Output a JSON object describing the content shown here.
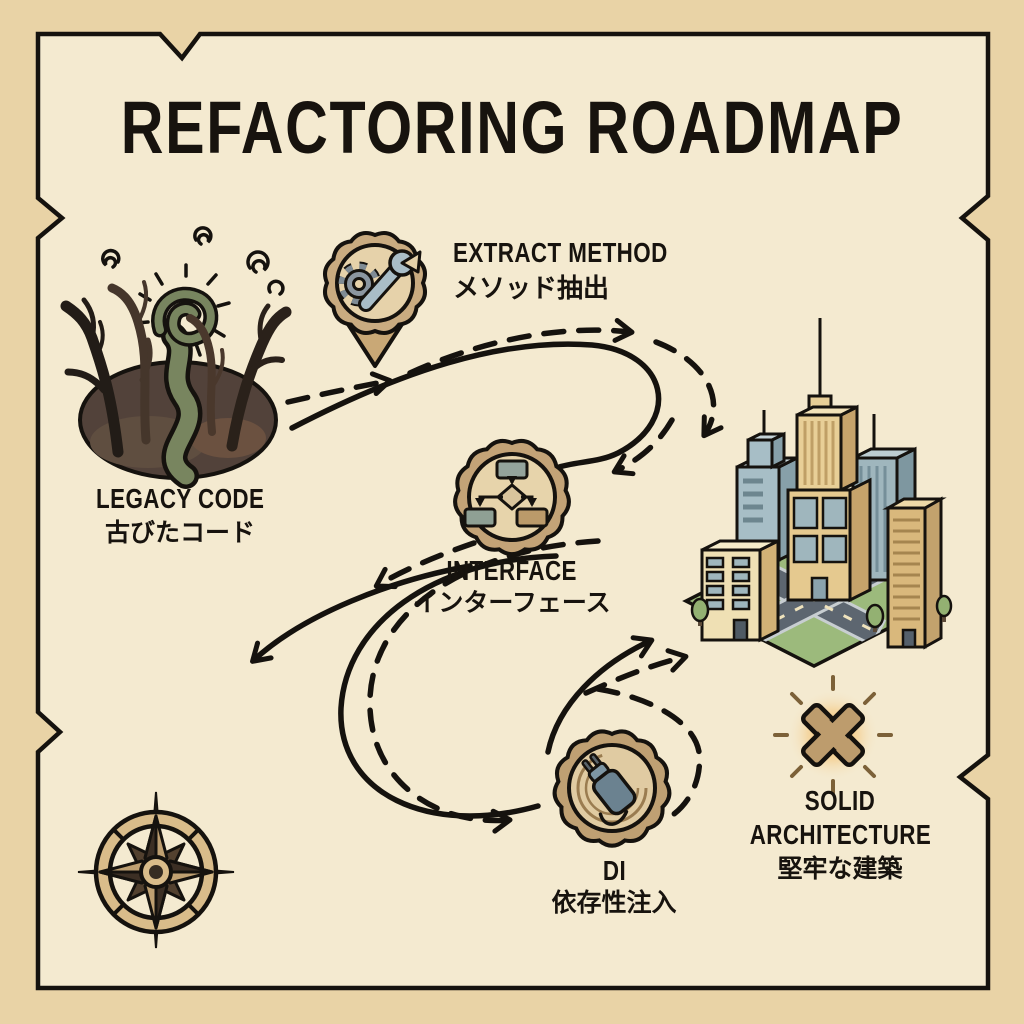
{
  "title": "REFACTORING ROADMAP",
  "nodes": {
    "legacy": {
      "label_en": "LEGACY CODE",
      "label_ja": "古びたコード",
      "icon": "tangled-forest-icon"
    },
    "extract_method": {
      "label_en": "EXTRACT METHOD",
      "label_ja": "メソッド抽出",
      "icon": "gear-wrench-pin-icon"
    },
    "interface": {
      "label_en": "INTERFACE",
      "label_ja": "インターフェース",
      "icon": "flowchart-badge-icon"
    },
    "di": {
      "label_en": "DI",
      "label_ja": "依存性注入",
      "icon": "plug-badge-icon"
    },
    "solid_architecture": {
      "label_en_line1": "SOLID",
      "label_en_line2": "ARCHITECTURE",
      "label_ja": "堅牢な建築",
      "icon": "isometric-city-icon"
    }
  },
  "decorations": {
    "compass": "compass-rose-icon",
    "x_mark": "x-marks-the-spot-icon",
    "route": "dashed-and-solid-winding-road"
  },
  "colors": {
    "outer_tan": "#e9d3a6",
    "parchment": "#f4ead0",
    "ink": "#15120e",
    "badge_tan": "#c3a377",
    "badge_inner": "#e6d2aa",
    "forest_brown": "#52423a",
    "vine_green": "#78855f",
    "city_green": "#9cba7c",
    "building_tan": "#d9b87c",
    "building_blue": "#9fb6bd",
    "road_gray": "#5d6670",
    "x_tan": "#bd9c6d",
    "glow_orange": "#f6b14e",
    "gear_gray": "#8b96a0",
    "wrench_blue": "#a9bdc7",
    "plug_slate": "#6b8290"
  }
}
